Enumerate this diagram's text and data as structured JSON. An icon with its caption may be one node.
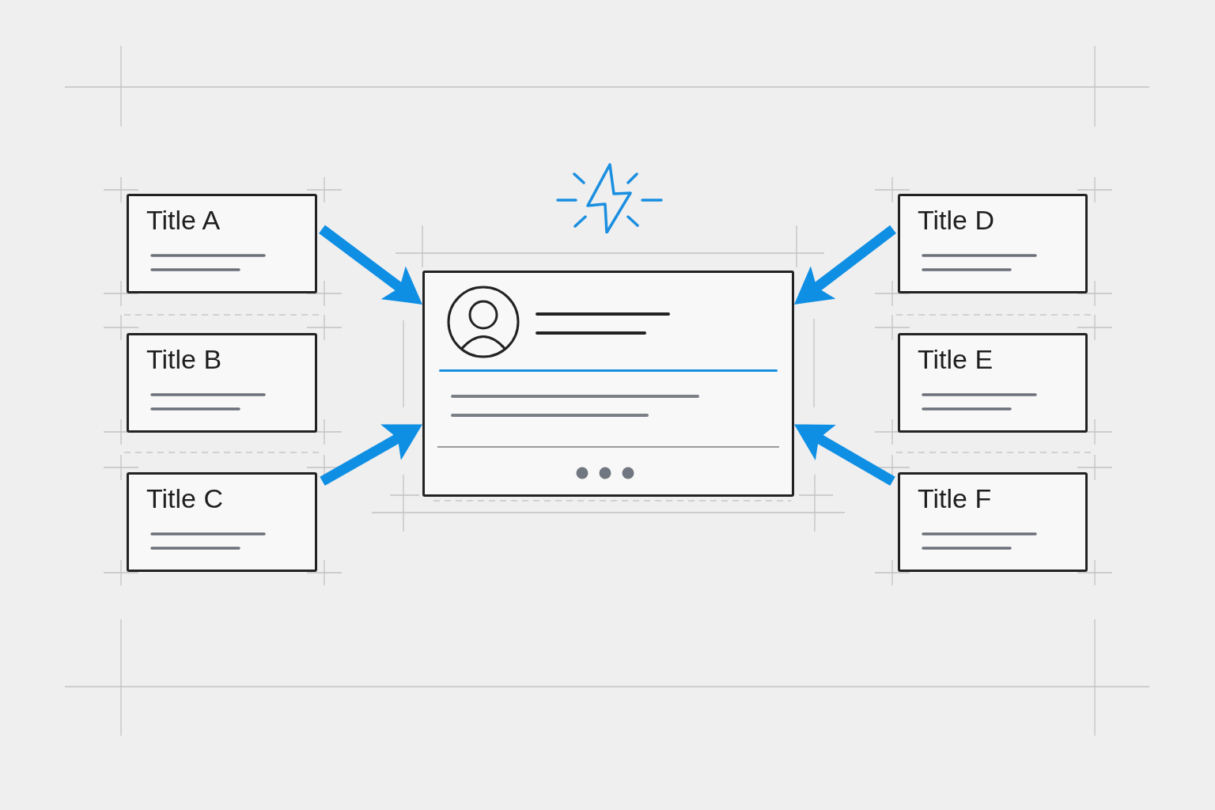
{
  "diagram": {
    "nodes": [
      {
        "text": [
          "Title A"
        ]
      },
      {
        "text": [
          "Title B"
        ]
      },
      {
        "text": [
          "Title C"
        ]
      },
      {
        "text": [],
        "shape": "box"
      },
      {
        "text": [
          "Title D"
        ]
      },
      {
        "text": [
          "Title E"
        ]
      },
      {
        "text": [
          "Title F"
        ]
      }
    ],
    "edges": [
      {
        "from": 0,
        "to": 3,
        "arrow": "to"
      },
      {
        "from": 2,
        "to": 3,
        "arrow": "to"
      },
      {
        "from": 4,
        "to": 3,
        "arrow": "to"
      },
      {
        "from": 6,
        "to": 3,
        "arrow": "to"
      }
    ]
  }
}
